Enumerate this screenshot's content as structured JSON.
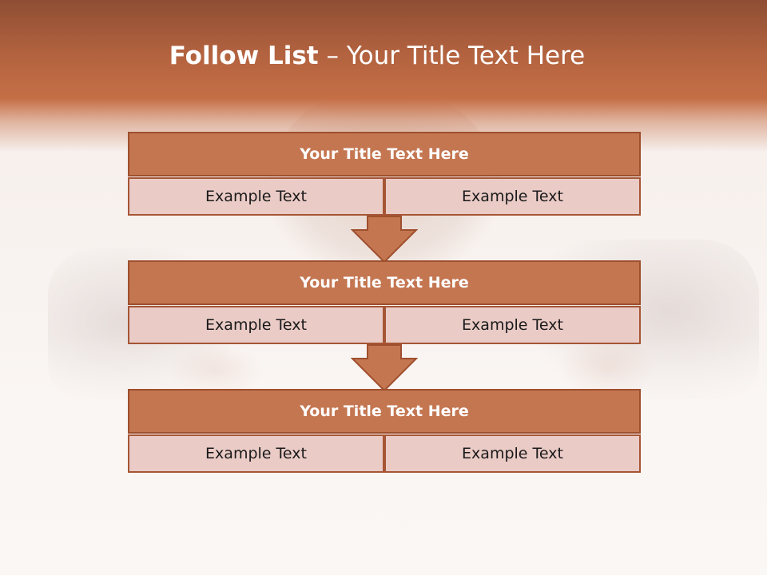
{
  "slide": {
    "title_strong": "Follow List",
    "title_rest": " – Your Title Text Here"
  },
  "steps": [
    {
      "title": "Your Title Text Here",
      "left": "Example Text",
      "right": "Example Text"
    },
    {
      "title": "Your Title Text Here",
      "left": "Example Text",
      "right": "Example Text"
    },
    {
      "title": "Your Title Text Here",
      "left": "Example Text",
      "right": "Example Text"
    }
  ],
  "colors": {
    "header_band": "#b2623f",
    "block_title_fill": "#c47651",
    "block_border": "#9e4f2e",
    "cell_fill": "#eacbc6",
    "arrow_fill": "#c47651"
  },
  "icons": [
    "arrow-down-icon",
    "arrow-down-icon"
  ]
}
